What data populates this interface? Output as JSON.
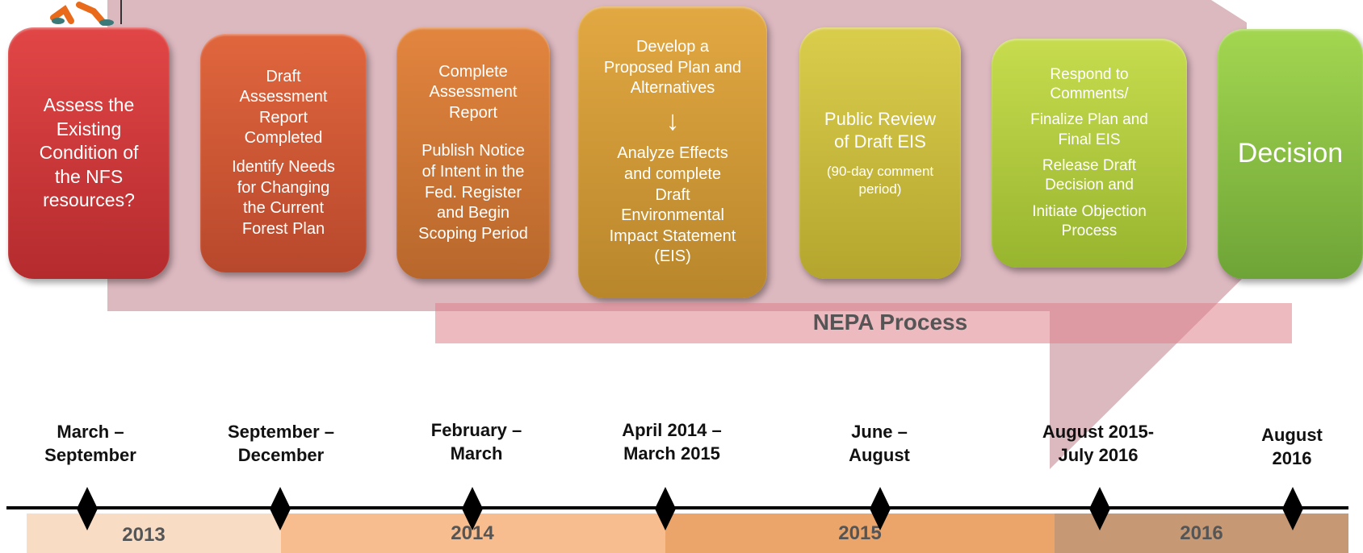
{
  "colors": {
    "arrow": "#dcb8bf",
    "nepa_bar": "#de828c",
    "band_2013": "#f8dcc4",
    "band_2014": "#f8bd8e",
    "band_2015": "#eba56a",
    "band_2016": "#c79874"
  },
  "steps": [
    {
      "lines": [
        "Assess the",
        "Existing",
        "Condition of",
        "the NFS",
        "resources?"
      ]
    },
    {
      "title": [
        "Draft",
        "Assessment",
        "Report",
        "Completed"
      ],
      "detail": [
        "Identify Needs",
        "for Changing",
        "the Current",
        "Forest Plan"
      ]
    },
    {
      "title": [
        "Complete",
        "Assessment",
        "Report"
      ],
      "detail": [
        "Publish Notice",
        "of Intent in the",
        "Fed. Register",
        "and Begin",
        "Scoping Period"
      ]
    },
    {
      "title": [
        "Develop a",
        "Proposed Plan and",
        "Alternatives"
      ],
      "arrow": "↓",
      "detail": [
        "Analyze Effects",
        "and complete",
        "Draft",
        "Environmental",
        "Impact Statement",
        "(EIS)"
      ]
    },
    {
      "title": [
        "Public Review",
        "of Draft EIS"
      ],
      "detail": [
        "(90-day comment",
        "period)"
      ]
    },
    {
      "title": [
        "Respond to",
        "Comments/"
      ],
      "detail": [
        "Finalize Plan and",
        "Final EIS"
      ],
      "detail2": [
        "Release Draft",
        "Decision and"
      ],
      "detail3": [
        "Initiate Objection",
        "Process"
      ]
    },
    {
      "lines": [
        "Decision"
      ]
    }
  ],
  "nepa_label": "NEPA Process",
  "dates": [
    [
      "March –",
      "September"
    ],
    [
      "September –",
      "December"
    ],
    [
      "February –",
      "March"
    ],
    [
      "April 2014 –",
      "March 2015"
    ],
    [
      "June –",
      "August"
    ],
    [
      "August 2015-",
      "July 2016"
    ],
    [
      "August",
      "2016"
    ]
  ],
  "years": [
    "2013",
    "2014",
    "2015",
    "2016"
  ]
}
